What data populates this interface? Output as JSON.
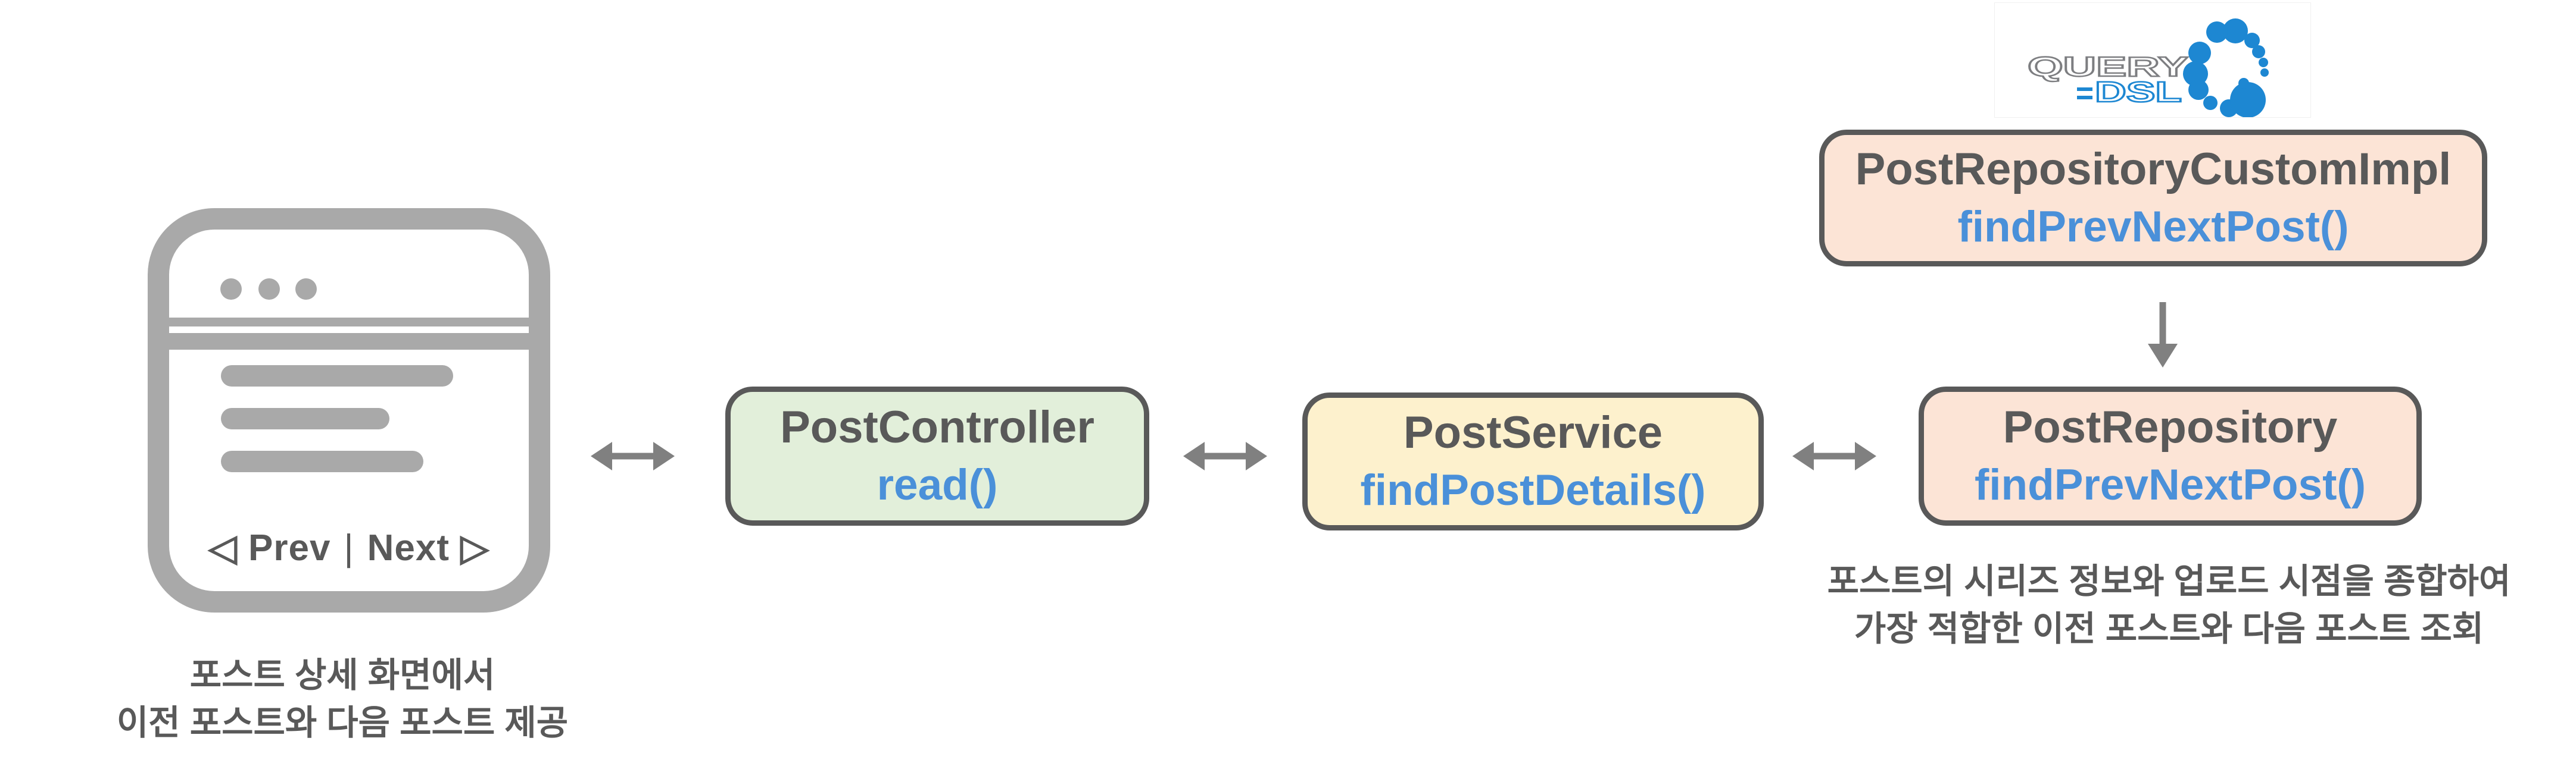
{
  "colors": {
    "node_border": "#595959",
    "class_text": "#595959",
    "method_text": "#4a90d9",
    "arrow": "#808080",
    "browser_chrome": "#a9a9a9",
    "caption_text": "#595959",
    "controller_fill": "#e2efda",
    "service_fill": "#fdf1cd",
    "repository_fill": "#fce4d6",
    "logo_gray": "#7d7e81",
    "logo_blue": "#1d87d2"
  },
  "browser": {
    "nav": {
      "prev": "◁ Prev",
      "divider": "|",
      "next": "Next ▷"
    },
    "caption_line1": "포스트 상세 화면에서",
    "caption_line2": "이전 포스트와 다음 포스트 제공"
  },
  "nodes": {
    "controller": {
      "class_name": "PostController",
      "method": "read()"
    },
    "service": {
      "class_name": "PostService",
      "method": "findPostDetails()"
    },
    "repository": {
      "class_name": "PostRepository",
      "method": "findPrevNextPost()"
    },
    "custom_impl": {
      "class_name": "PostRepositoryCustomImpl",
      "method": "findPrevNextPost()"
    }
  },
  "repository_caption": {
    "line1": "포스트의 시리즈 정보와 업로드 시점을 종합하여",
    "line2": "가장 적합한 이전 포스트와 다음 포스트 조회"
  },
  "logo": {
    "top": "QUERY",
    "bottom": "DSL"
  }
}
